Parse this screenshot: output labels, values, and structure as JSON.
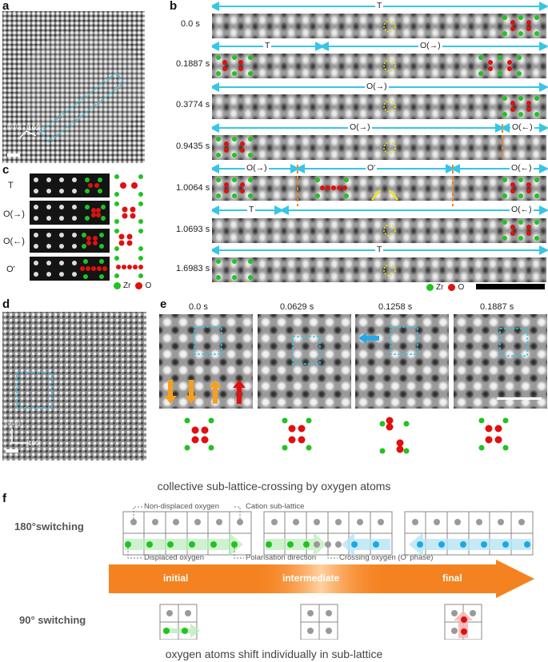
{
  "panels": {
    "a": "a",
    "b": "b",
    "c": "c",
    "d": "d",
    "e": "e",
    "f": "f"
  },
  "panel_a": {
    "dir1": "[010]",
    "dir2": "[100]"
  },
  "panel_b": {
    "times": [
      "0.0 s",
      "0.1887 s",
      "0.3774 s",
      "0.9435 s",
      "1.0064 s",
      "1.0693 s",
      "1.6983 s"
    ],
    "row0": [
      "T"
    ],
    "row1": [
      "T",
      "O(→)"
    ],
    "row2": [
      "O(→)"
    ],
    "row3": [
      "O(→)",
      "O(←)"
    ],
    "row4": [
      "O(→)",
      "O'",
      "O(←)"
    ],
    "row5": [
      "T",
      "O(←)"
    ],
    "row6": [
      "T"
    ],
    "legend_zr": "Zr",
    "legend_o": "O"
  },
  "panel_c": {
    "rows": [
      "T",
      "O(→)",
      "O(←)",
      "O'"
    ],
    "legend_zr": "Zr",
    "legend_o": "O"
  },
  "panel_d": {
    "dir1": "[010]",
    "dir2": "[100]"
  },
  "panel_e": {
    "times": [
      "0.0 s",
      "0.0629 s",
      "0.1258 s",
      "0.1887 s"
    ]
  },
  "panel_f": {
    "title_top": "collective sub-lattice-crossing by oxygen atoms",
    "label_180": "180°switching",
    "label_90": "90° switching",
    "title_bottom": "oxygen atoms shift individually in sub-lattice",
    "stages": [
      "initial",
      "intermediate",
      "final"
    ],
    "callouts": {
      "non_displaced": "Non-displaced oxygen",
      "cation": "Cation sub-lattice",
      "displaced": "Displaced oxygen",
      "polarisation": "Polarisation direction",
      "crossing": "Crossing oxygen (O' phase)"
    }
  },
  "colors": {
    "cyan": "#36c6e6",
    "orange": "#f58220",
    "green": "#21c321",
    "red": "#e01010",
    "gray_atom": "#9a9a9a",
    "yellow": "#f2e600"
  }
}
